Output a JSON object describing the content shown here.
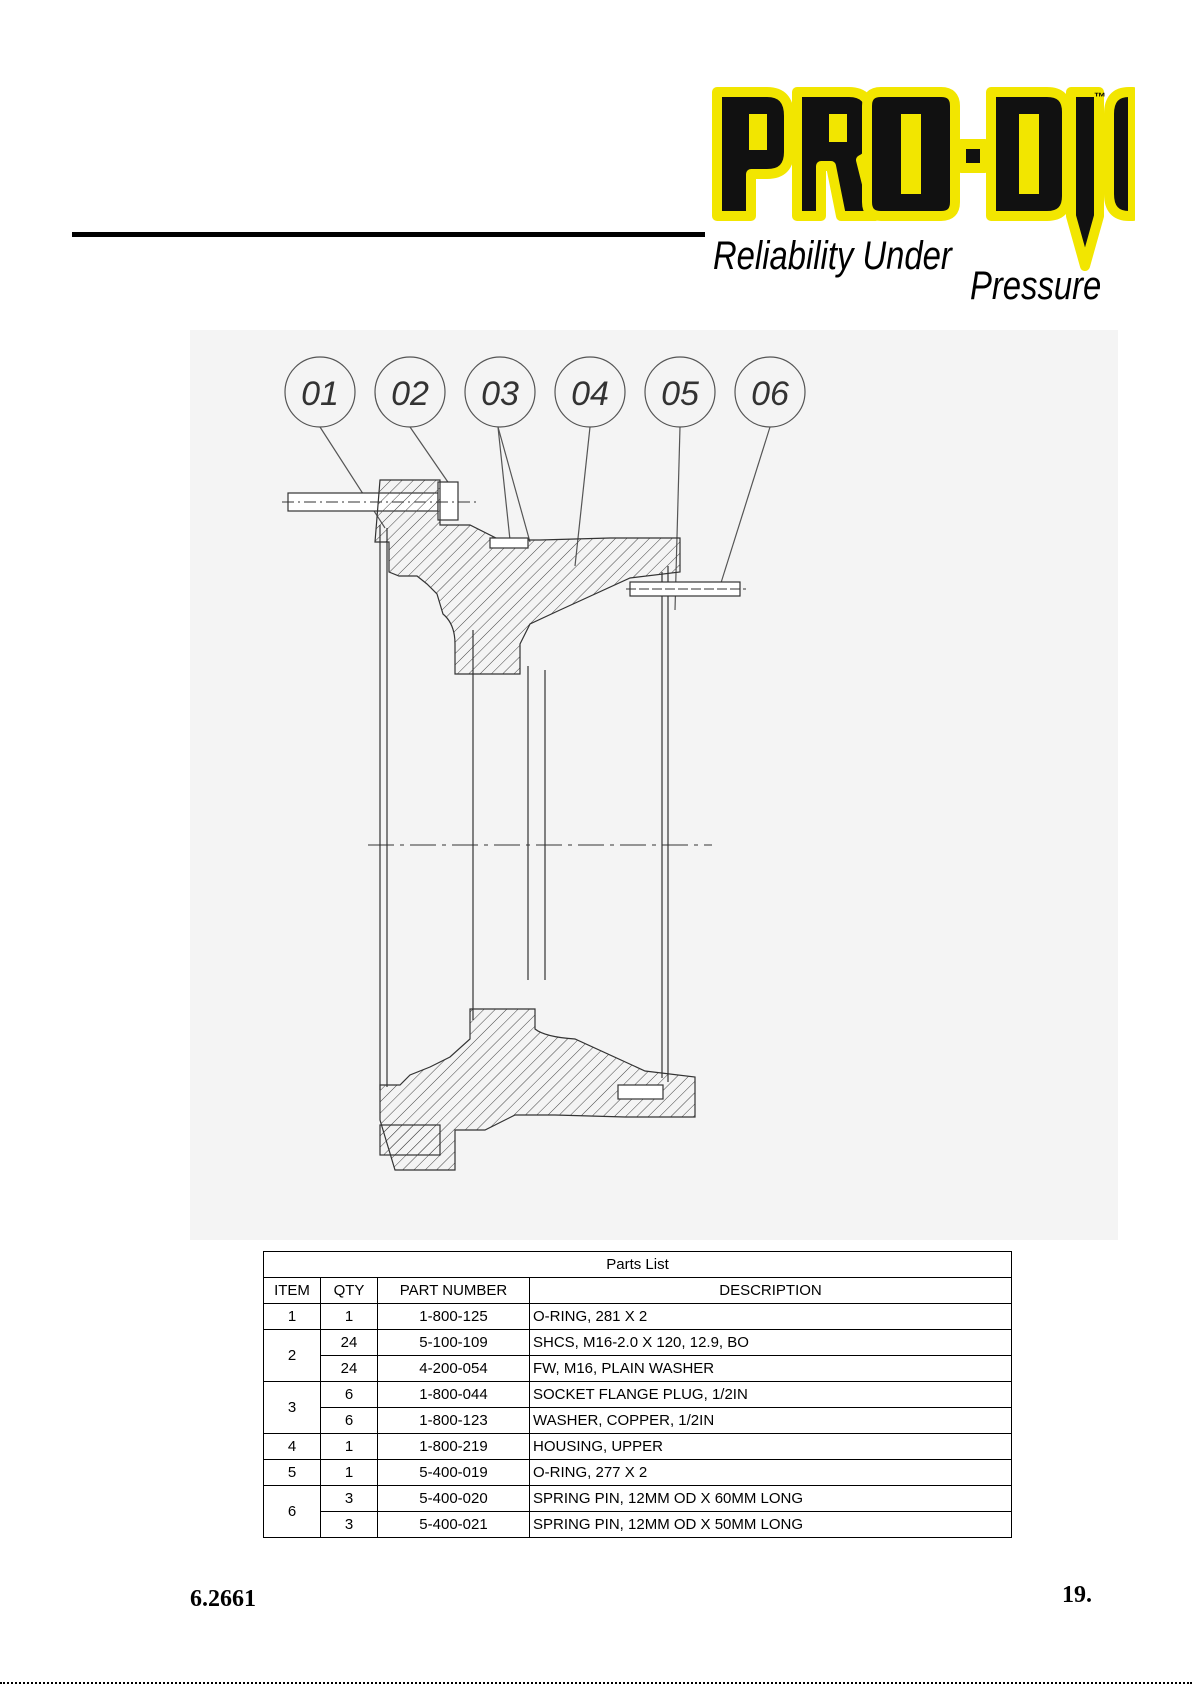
{
  "logo": {
    "brand": "PRO-DIG",
    "trademark": "™",
    "tagline_line1": "Reliability Under",
    "tagline_line2": "Pressure",
    "colors": {
      "yellow": "#f2e600",
      "black": "#111111"
    }
  },
  "drawing": {
    "balloons": [
      "01",
      "02",
      "03",
      "04",
      "05",
      "06"
    ]
  },
  "parts_list": {
    "title": "Parts List",
    "headers": [
      "ITEM",
      "QTY",
      "PART NUMBER",
      "DESCRIPTION"
    ],
    "rows": [
      {
        "item": "1",
        "qty": "1",
        "part": "1-800-125",
        "desc": "O-RING, 281 X 2"
      },
      {
        "item": "2",
        "qty": "24",
        "part": "5-100-109",
        "desc": "SHCS, M16-2.0 X 120, 12.9, BO"
      },
      {
        "item": "",
        "qty": "24",
        "part": "4-200-054",
        "desc": "FW, M16, PLAIN WASHER"
      },
      {
        "item": "3",
        "qty": "6",
        "part": "1-800-044",
        "desc": "SOCKET FLANGE PLUG, 1/2IN"
      },
      {
        "item": "",
        "qty": "6",
        "part": "1-800-123",
        "desc": "WASHER, COPPER, 1/2IN"
      },
      {
        "item": "4",
        "qty": "1",
        "part": "1-800-219",
        "desc": "HOUSING, UPPER"
      },
      {
        "item": "5",
        "qty": "1",
        "part": "5-400-019",
        "desc": "O-RING, 277 X 2"
      },
      {
        "item": "6",
        "qty": "3",
        "part": "5-400-020",
        "desc": "SPRING PIN, 12MM OD X 60MM LONG"
      },
      {
        "item": "",
        "qty": "3",
        "part": "5-400-021",
        "desc": "SPRING PIN, 12MM OD X 50MM LONG"
      }
    ]
  },
  "footer": {
    "left": "6.2661",
    "right": "19."
  }
}
